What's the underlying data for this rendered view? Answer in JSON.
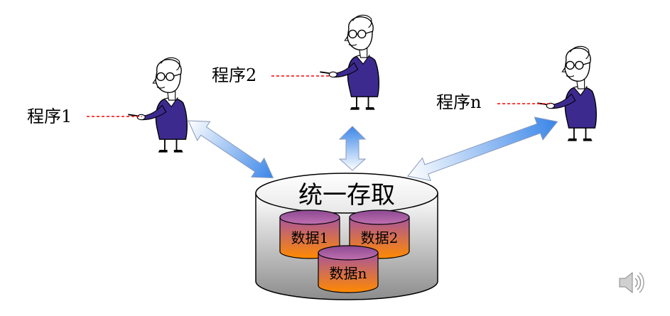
{
  "programs": [
    {
      "label": "程序1"
    },
    {
      "label": "程序2"
    },
    {
      "label": "程序n"
    }
  ],
  "storage": {
    "label": "统一存取"
  },
  "databases": [
    {
      "label": "数据1"
    },
    {
      "label": "数据2"
    },
    {
      "label": "数据n"
    }
  ],
  "colors": {
    "robe": "#3d2a8f",
    "dashed_line": "#ff0000",
    "db_top": "#b05a9a",
    "db_bottom": "#ff8800",
    "arrow_blue": "#4a90e0",
    "cylinder_grey": "#b0b0b0"
  },
  "icons": {
    "speaker": "speaker-icon"
  }
}
